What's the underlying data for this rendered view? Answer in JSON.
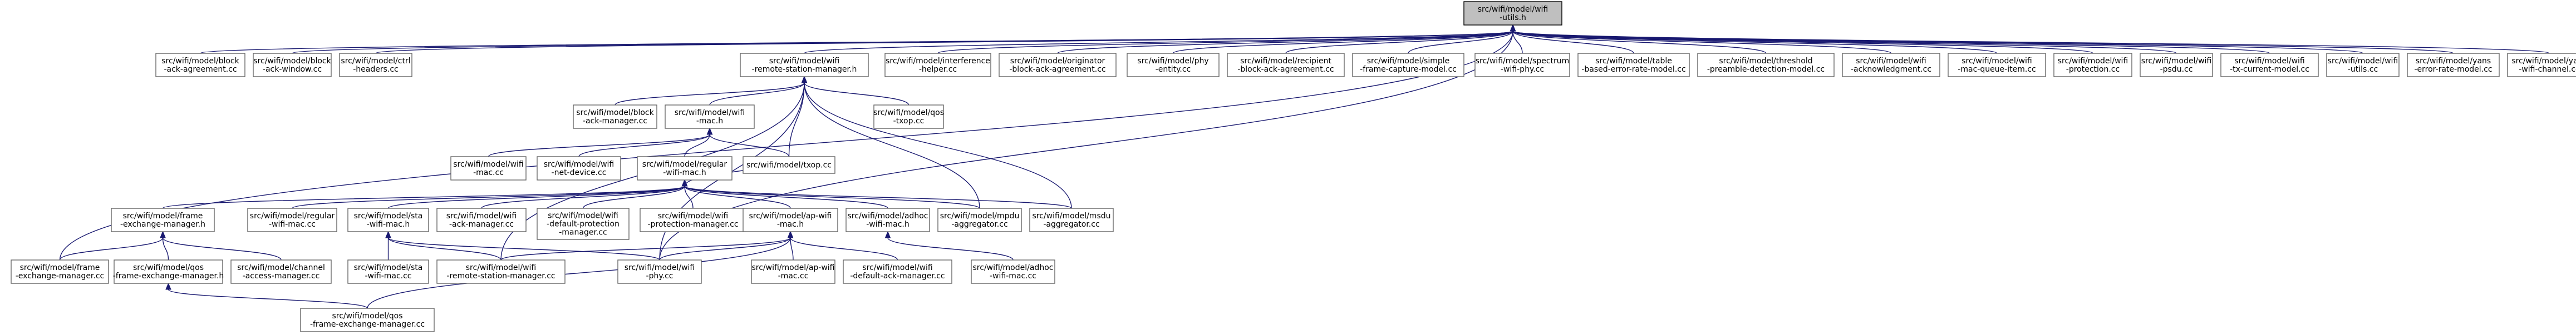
{
  "colors": {
    "edge": "#191970",
    "node_border": "#666666",
    "root_fill": "#bfbfbf",
    "background": "#ffffff"
  },
  "nodes": [
    {
      "id": "utils_h",
      "lines": [
        "src/wifi/model/wifi",
        "-utils.h"
      ],
      "root": true
    },
    {
      "id": "block_ack_agreement",
      "lines": [
        "src/wifi/model/block",
        "-ack-agreement.cc"
      ]
    },
    {
      "id": "block_ack_window",
      "lines": [
        "src/wifi/model/block",
        "-ack-window.cc"
      ]
    },
    {
      "id": "ctrl_headers",
      "lines": [
        "src/wifi/model/ctrl",
        "-headers.cc"
      ]
    },
    {
      "id": "rsm_h",
      "lines": [
        "src/wifi/model/wifi",
        "-remote-station-manager.h"
      ]
    },
    {
      "id": "interference_helper",
      "lines": [
        "src/wifi/model/interference",
        "-helper.cc"
      ]
    },
    {
      "id": "originator_block_ack",
      "lines": [
        "src/wifi/model/originator",
        "-block-ack-agreement.cc"
      ]
    },
    {
      "id": "phy_entity",
      "lines": [
        "src/wifi/model/phy",
        "-entity.cc"
      ]
    },
    {
      "id": "recipient_block_ack",
      "lines": [
        "src/wifi/model/recipient",
        "-block-ack-agreement.cc"
      ]
    },
    {
      "id": "simple_frame_capture",
      "lines": [
        "src/wifi/model/simple",
        "-frame-capture-model.cc"
      ]
    },
    {
      "id": "spectrum_wifi_phy",
      "lines": [
        "src/wifi/model/spectrum",
        "-wifi-phy.cc"
      ]
    },
    {
      "id": "table_based_error",
      "lines": [
        "src/wifi/model/table",
        "-based-error-rate-model.cc"
      ]
    },
    {
      "id": "threshold_preamble",
      "lines": [
        "src/wifi/model/threshold",
        "-preamble-detection-model.cc"
      ]
    },
    {
      "id": "wifi_acknowledgment",
      "lines": [
        "src/wifi/model/wifi",
        "-acknowledgment.cc"
      ]
    },
    {
      "id": "mac_queue_item",
      "lines": [
        "src/wifi/model/wifi",
        "-mac-queue-item.cc"
      ]
    },
    {
      "id": "wifi_protection",
      "lines": [
        "src/wifi/model/wifi",
        "-protection.cc"
      ]
    },
    {
      "id": "wifi_psdu",
      "lines": [
        "src/wifi/model/wifi",
        "-psdu.cc"
      ]
    },
    {
      "id": "tx_current_model",
      "lines": [
        "src/wifi/model/wifi",
        "-tx-current-model.cc"
      ]
    },
    {
      "id": "wifi_utils_cc",
      "lines": [
        "src/wifi/model/wifi",
        "-utils.cc"
      ]
    },
    {
      "id": "yans_error_rate",
      "lines": [
        "src/wifi/model/yans",
        "-error-rate-model.cc"
      ]
    },
    {
      "id": "yans_wifi_channel",
      "lines": [
        "src/wifi/model/yans",
        "-wifi-channel.cc"
      ]
    },
    {
      "id": "block_ack_manager",
      "lines": [
        "src/wifi/model/block",
        "-ack-manager.cc"
      ]
    },
    {
      "id": "wifi_mac_h",
      "lines": [
        "src/wifi/model/wifi",
        "-mac.h"
      ]
    },
    {
      "id": "qos_txop",
      "lines": [
        "src/wifi/model/qos",
        "-txop.cc"
      ]
    },
    {
      "id": "wifi_mac_cc",
      "lines": [
        "src/wifi/model/wifi",
        "-mac.cc"
      ]
    },
    {
      "id": "net_device",
      "lines": [
        "src/wifi/model/wifi",
        "-net-device.cc"
      ]
    },
    {
      "id": "regular_wifi_mac_h",
      "lines": [
        "src/wifi/model/regular",
        "-wifi-mac.h"
      ]
    },
    {
      "id": "txop_cc",
      "lines": [
        "src/wifi/model/txop.cc"
      ]
    },
    {
      "id": "fem_h",
      "lines": [
        "src/wifi/model/frame",
        "-exchange-manager.h"
      ]
    },
    {
      "id": "regular_wifi_mac_cc",
      "lines": [
        "src/wifi/model/regular",
        "-wifi-mac.cc"
      ]
    },
    {
      "id": "sta_wifi_mac_h",
      "lines": [
        "src/wifi/model/sta",
        "-wifi-mac.h"
      ]
    },
    {
      "id": "ack_manager",
      "lines": [
        "src/wifi/model/wifi",
        "-ack-manager.cc"
      ]
    },
    {
      "id": "default_protection",
      "lines": [
        "src/wifi/model/wifi",
        "-default-protection",
        "-manager.cc"
      ]
    },
    {
      "id": "protection_manager",
      "lines": [
        "src/wifi/model/wifi",
        "-protection-manager.cc"
      ]
    },
    {
      "id": "ap_wifi_mac_h",
      "lines": [
        "src/wifi/model/ap-wifi",
        "-mac.h"
      ]
    },
    {
      "id": "adhoc_wifi_mac_h",
      "lines": [
        "src/wifi/model/adhoc",
        "-wifi-mac.h"
      ]
    },
    {
      "id": "mpdu_aggregator",
      "lines": [
        "src/wifi/model/mpdu",
        "-aggregator.cc"
      ]
    },
    {
      "id": "msdu_aggregator",
      "lines": [
        "src/wifi/model/msdu",
        "-aggregator.cc"
      ]
    },
    {
      "id": "fem_cc",
      "lines": [
        "src/wifi/model/frame",
        "-exchange-manager.cc"
      ]
    },
    {
      "id": "qos_fem_h",
      "lines": [
        "src/wifi/model/qos",
        "-frame-exchange-manager.h"
      ]
    },
    {
      "id": "channel_access",
      "lines": [
        "src/wifi/model/channel",
        "-access-manager.cc"
      ]
    },
    {
      "id": "sta_wifi_mac_cc",
      "lines": [
        "src/wifi/model/sta",
        "-wifi-mac.cc"
      ]
    },
    {
      "id": "rsm_cc",
      "lines": [
        "src/wifi/model/wifi",
        "-remote-station-manager.cc"
      ]
    },
    {
      "id": "wifi_phy_cc",
      "lines": [
        "src/wifi/model/wifi",
        "-phy.cc"
      ]
    },
    {
      "id": "ap_wifi_mac_cc",
      "lines": [
        "src/wifi/model/ap-wifi",
        "-mac.cc"
      ]
    },
    {
      "id": "default_ack_manager",
      "lines": [
        "src/wifi/model/wifi",
        "-default-ack-manager.cc"
      ]
    },
    {
      "id": "adhoc_wifi_mac_cc",
      "lines": [
        "src/wifi/model/adhoc",
        "-wifi-mac.cc"
      ]
    },
    {
      "id": "qos_fem_cc",
      "lines": [
        "src/wifi/model/qos",
        "-frame-exchange-manager.cc"
      ]
    }
  ],
  "edges": [
    [
      "block_ack_agreement",
      "utils_h"
    ],
    [
      "block_ack_window",
      "utils_h"
    ],
    [
      "ctrl_headers",
      "utils_h"
    ],
    [
      "rsm_h",
      "utils_h"
    ],
    [
      "interference_helper",
      "utils_h"
    ],
    [
      "originator_block_ack",
      "utils_h"
    ],
    [
      "phy_entity",
      "utils_h"
    ],
    [
      "recipient_block_ack",
      "utils_h"
    ],
    [
      "simple_frame_capture",
      "utils_h"
    ],
    [
      "spectrum_wifi_phy",
      "utils_h"
    ],
    [
      "table_based_error",
      "utils_h"
    ],
    [
      "threshold_preamble",
      "utils_h"
    ],
    [
      "wifi_acknowledgment",
      "utils_h"
    ],
    [
      "mac_queue_item",
      "utils_h"
    ],
    [
      "wifi_protection",
      "utils_h"
    ],
    [
      "wifi_psdu",
      "utils_h"
    ],
    [
      "tx_current_model",
      "utils_h"
    ],
    [
      "wifi_utils_cc",
      "utils_h"
    ],
    [
      "yans_error_rate",
      "utils_h"
    ],
    [
      "yans_wifi_channel",
      "utils_h"
    ],
    [
      "fem_cc",
      "utils_h"
    ],
    [
      "wifi_phy_cc",
      "utils_h"
    ],
    [
      "block_ack_manager",
      "rsm_h"
    ],
    [
      "wifi_mac_h",
      "rsm_h"
    ],
    [
      "qos_txop",
      "rsm_h"
    ],
    [
      "txop_cc",
      "rsm_h"
    ],
    [
      "mpdu_aggregator",
      "rsm_h"
    ],
    [
      "msdu_aggregator",
      "rsm_h"
    ],
    [
      "rsm_cc",
      "rsm_h"
    ],
    [
      "wifi_phy_cc",
      "rsm_h"
    ],
    [
      "wifi_mac_cc",
      "wifi_mac_h"
    ],
    [
      "net_device",
      "wifi_mac_h"
    ],
    [
      "regular_wifi_mac_h",
      "wifi_mac_h"
    ],
    [
      "txop_cc",
      "wifi_mac_h"
    ],
    [
      "fem_h",
      "regular_wifi_mac_h"
    ],
    [
      "regular_wifi_mac_cc",
      "regular_wifi_mac_h"
    ],
    [
      "sta_wifi_mac_h",
      "regular_wifi_mac_h"
    ],
    [
      "ack_manager",
      "regular_wifi_mac_h"
    ],
    [
      "default_protection",
      "regular_wifi_mac_h"
    ],
    [
      "protection_manager",
      "regular_wifi_mac_h"
    ],
    [
      "ap_wifi_mac_h",
      "regular_wifi_mac_h"
    ],
    [
      "adhoc_wifi_mac_h",
      "regular_wifi_mac_h"
    ],
    [
      "mpdu_aggregator",
      "regular_wifi_mac_h"
    ],
    [
      "msdu_aggregator",
      "regular_wifi_mac_h"
    ],
    [
      "txop_cc",
      "regular_wifi_mac_h"
    ],
    [
      "fem_cc",
      "fem_h"
    ],
    [
      "qos_fem_h",
      "fem_h"
    ],
    [
      "channel_access",
      "fem_h"
    ],
    [
      "sta_wifi_mac_cc",
      "sta_wifi_mac_h"
    ],
    [
      "rsm_cc",
      "sta_wifi_mac_h"
    ],
    [
      "wifi_phy_cc",
      "sta_wifi_mac_h"
    ],
    [
      "qos_fem_cc",
      "ap_wifi_mac_h"
    ],
    [
      "wifi_phy_cc",
      "ap_wifi_mac_h"
    ],
    [
      "ap_wifi_mac_cc",
      "ap_wifi_mac_h"
    ],
    [
      "default_ack_manager",
      "ap_wifi_mac_h"
    ],
    [
      "rsm_cc",
      "ap_wifi_mac_h"
    ],
    [
      "adhoc_wifi_mac_cc",
      "adhoc_wifi_mac_h"
    ],
    [
      "qos_fem_cc",
      "qos_fem_h"
    ]
  ]
}
